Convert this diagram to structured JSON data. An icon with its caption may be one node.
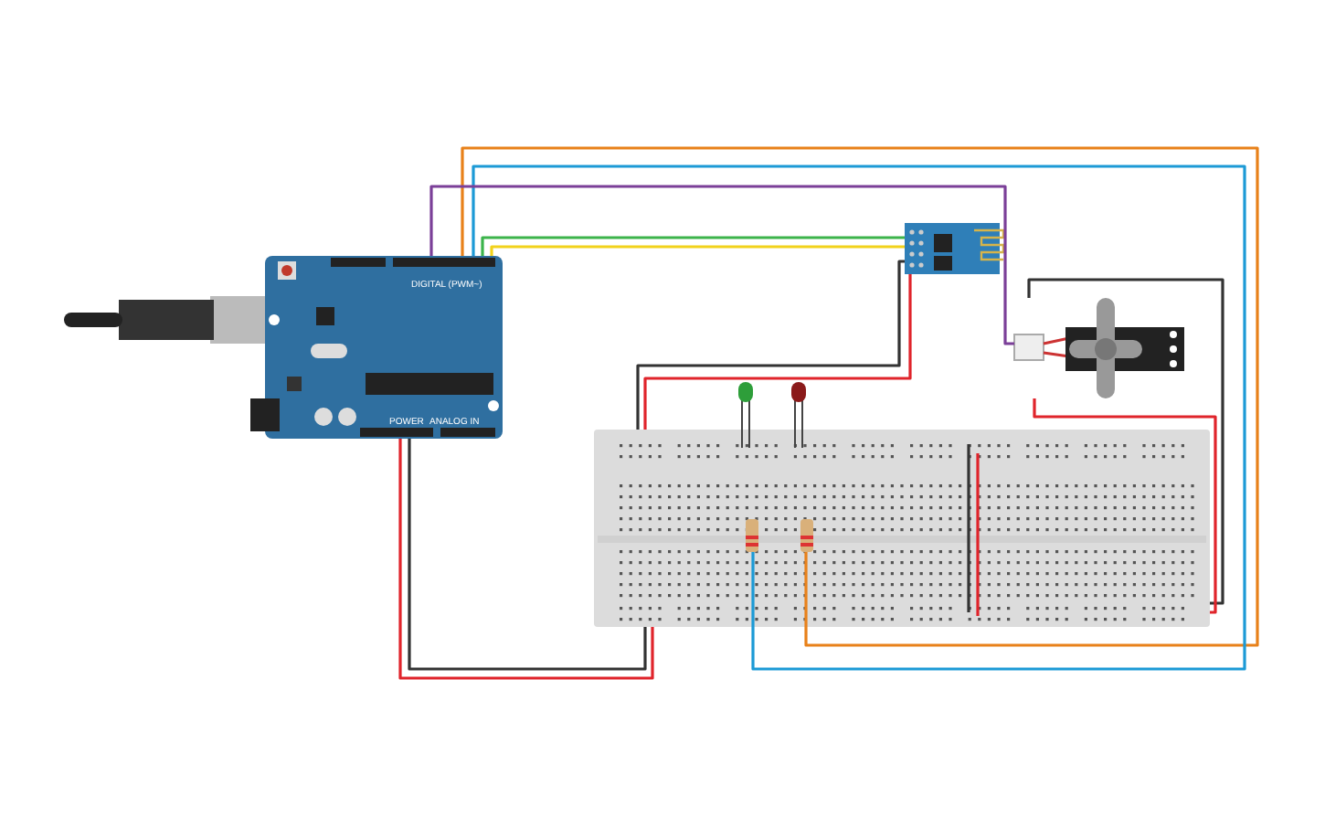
{
  "diagram": {
    "nodes": [
      {
        "text": [],
        "shape": "picture"
      },
      {
        "text": [],
        "shape": "picture"
      },
      {
        "text": [],
        "shape": "picture"
      },
      {
        "text": [],
        "shape": "picture"
      },
      {
        "text": [],
        "shape": "picture"
      },
      {
        "text": [],
        "shape": "picture"
      },
      {
        "text": [],
        "shape": "picture"
      },
      {
        "text": [],
        "shape": "picture",
        "in": 4
      },
      {
        "text": [],
        "shape": "picture",
        "in": 4
      }
    ],
    "edges": [
      {
        "from": 0,
        "to": 8,
        "arrow": "none",
        "color": "#e8811a"
      },
      {
        "from": 0,
        "to": 7,
        "arrow": "none",
        "color": "#1c9ad6"
      },
      {
        "from": 0,
        "to": 3,
        "arrow": "none",
        "color": "#7b3f98"
      },
      {
        "from": 0,
        "to": 2,
        "arrow": "none",
        "color": "#3cb44b"
      },
      {
        "from": 0,
        "to": 2,
        "arrow": "none",
        "color": "#f2d21b"
      },
      {
        "from": 2,
        "to": 4,
        "arrow": "none",
        "color": "#333333"
      },
      {
        "from": 2,
        "to": 4,
        "arrow": "none",
        "color": "#e0242b"
      },
      {
        "from": 3,
        "to": 4,
        "arrow": "none",
        "color": "#333333"
      },
      {
        "from": 3,
        "to": 4,
        "arrow": "none",
        "color": "#e0242b"
      },
      {
        "from": 0,
        "to": 4,
        "arrow": "none",
        "color": "#333333"
      },
      {
        "from": 0,
        "to": 4,
        "arrow": "none",
        "color": "#e0242b"
      }
    ],
    "labels": [
      "DIGITAL (PWM~)",
      "POWER",
      "ANALOG IN"
    ]
  }
}
